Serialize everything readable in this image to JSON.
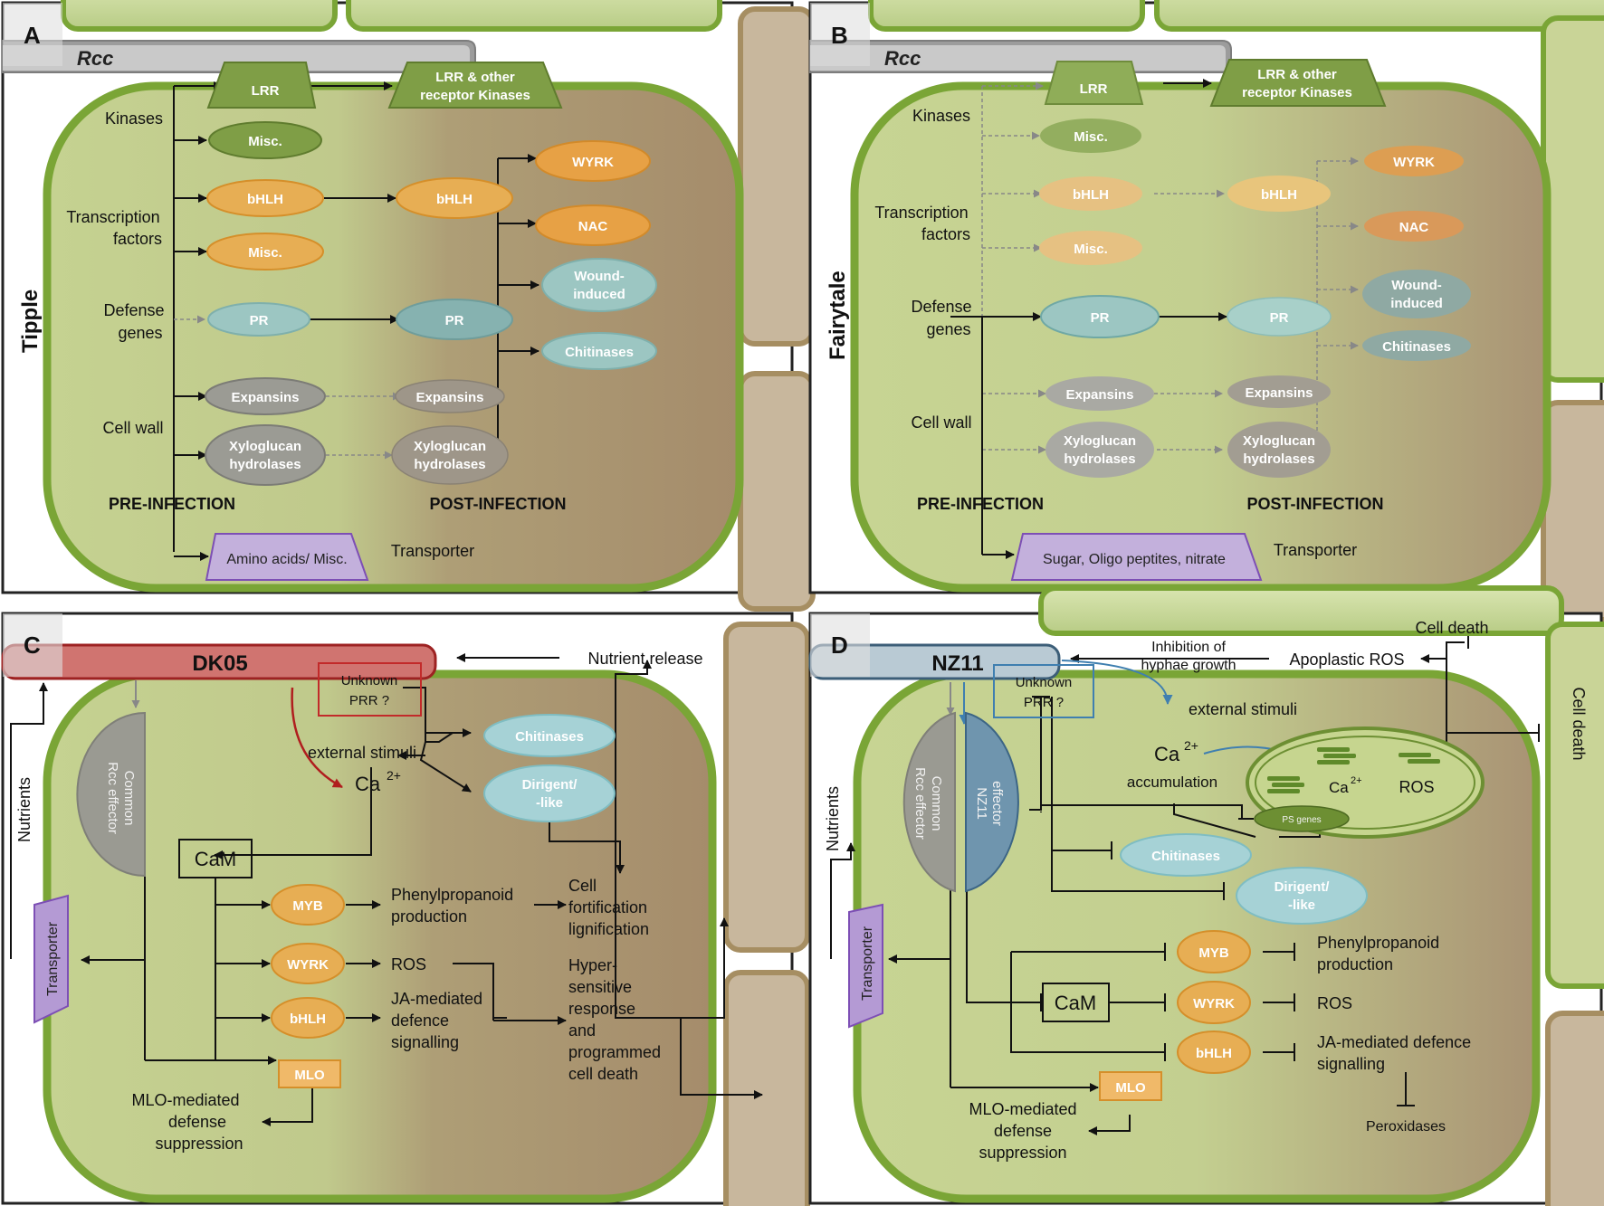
{
  "panel_a": {
    "letter": "A",
    "gene": "Rcc",
    "cultivar": "Tipple",
    "lrr": "LRR",
    "lrr_other": [
      "LRR & other",
      "receptor Kinases"
    ],
    "kinases": "Kinases",
    "misc": "Misc.",
    "bhlh": "bHLH",
    "tf": [
      "Transcription",
      "factors"
    ],
    "misc2": "Misc.",
    "defense": [
      "Defense",
      "genes"
    ],
    "pr": "PR",
    "pr2": "PR",
    "bhlh2": "bHLH",
    "wyrk": "WYRK",
    "nac": "NAC",
    "wound": [
      "Wound-",
      "induced"
    ],
    "chitinases": "Chitinases",
    "expansins": "Expansins",
    "expansins2": "Expansins",
    "cellwall": "Cell wall",
    "xylo": [
      "Xyloglucan",
      "hydrolases"
    ],
    "xylo2": [
      "Xyloglucan",
      "hydrolases"
    ],
    "pre": "PRE-INFECTION",
    "post": "POST-INFECTION",
    "transporter_cargo": "Amino acids/ Misc.",
    "transporter": "Transporter"
  },
  "panel_b": {
    "letter": "B",
    "gene": "Rcc",
    "cultivar": "Fairytale",
    "lrr": "LRR",
    "lrr_other": [
      "LRR & other",
      "receptor Kinases"
    ],
    "kinases": "Kinases",
    "misc": "Misc.",
    "bhlh": "bHLH",
    "tf": [
      "Transcription",
      "factors"
    ],
    "misc2": "Misc.",
    "defense": [
      "Defense",
      "genes"
    ],
    "pr": "PR",
    "pr2": "PR",
    "bhlh2": "bHLH",
    "wyrk": "WYRK",
    "nac": "NAC",
    "wound": [
      "Wound-",
      "induced"
    ],
    "chitinases": "Chitinases",
    "expansins": "Expansins",
    "expansins2": "Expansins",
    "cellwall": "Cell wall",
    "xylo": [
      "Xyloglucan",
      "hydrolases"
    ],
    "xylo2": [
      "Xyloglucan",
      "hydrolases"
    ],
    "pre": "PRE-INFECTION",
    "post": "POST-INFECTION",
    "transporter_cargo": "Sugar, Oligo peptites, nitrate",
    "transporter": "Transporter"
  },
  "panel_c": {
    "letter": "C",
    "strain": "DK05",
    "nutrient_release": "Nutrient release",
    "prr": [
      "Unknown",
      "PRR ?"
    ],
    "external": "external stimuli",
    "ca": "Ca",
    "ca_sup": "2+",
    "chitinases": "Chitinases",
    "dirigent": [
      "Dirigent/",
      "-like"
    ],
    "effector": [
      "Common",
      "Rcc effector"
    ],
    "nutrients": "Nutrients",
    "transporter": "Transporter",
    "cam": "CaM",
    "myb": "MYB",
    "wyrk": "WYRK",
    "bhlh": "bHLH",
    "mlo": "MLO",
    "phenyl": [
      "Phenylpropanoid",
      "production"
    ],
    "ros": "ROS",
    "ja": [
      "JA-mediated",
      "defence",
      "signalling"
    ],
    "fort": [
      "Cell",
      "fortification",
      "lignification"
    ],
    "hyper": [
      "Hyper-",
      "sensitive",
      "response",
      "and",
      "programmed",
      "cell death"
    ],
    "mlo_text": [
      "MLO-mediated",
      "defense",
      "suppression"
    ]
  },
  "panel_d": {
    "letter": "D",
    "strain": "NZ11",
    "cell_death_top": "Cell death",
    "cell_death_side": "Cell death",
    "inhibition": [
      "Inhibition of",
      "hyphae growth"
    ],
    "apoplastic": "Apoplastic ROS",
    "prr": [
      "Unknown",
      "PRR ?"
    ],
    "external": "external stimuli",
    "ca": "Ca",
    "ca_sup": "2+",
    "accumulation": "accumulation",
    "chl_ca": "Ca",
    "chl_ca_sup": "2+",
    "chl_ros": "ROS",
    "ps_genes": "PS genes",
    "effector": [
      "Common",
      "Rcc effector"
    ],
    "nz_effector": [
      "NZ11",
      "effector"
    ],
    "nutrients": "Nutrients",
    "transporter": "Transporter",
    "chitinases": "Chitinases",
    "dirigent": [
      "Dirigent/",
      "-like"
    ],
    "cam": "CaM",
    "myb": "MYB",
    "wyrk": "WYRK",
    "bhlh": "bHLH",
    "mlo": "MLO",
    "phenyl": [
      "Phenylpropanoid",
      "production"
    ],
    "ros": "ROS",
    "ja": [
      "JA-mediated defence",
      "signalling"
    ],
    "peroxidases": "Peroxidases",
    "mlo_text": [
      "MLO-mediated",
      "defense",
      "suppression"
    ]
  },
  "colors": {
    "cell_green": "#c6d48f",
    "cell_brown": "#a88f6e",
    "wall_green": "#7aa536",
    "lrr_green": "#7f9e46",
    "tf_orange": "#e7ae54",
    "pr_blue": "#9cc6c2",
    "cellwall_grey": "#9b9b94",
    "red_pathogen": "#c9524e",
    "blue_pathogen": "#7398ad",
    "transporter_purple": "#b49ad4"
  }
}
